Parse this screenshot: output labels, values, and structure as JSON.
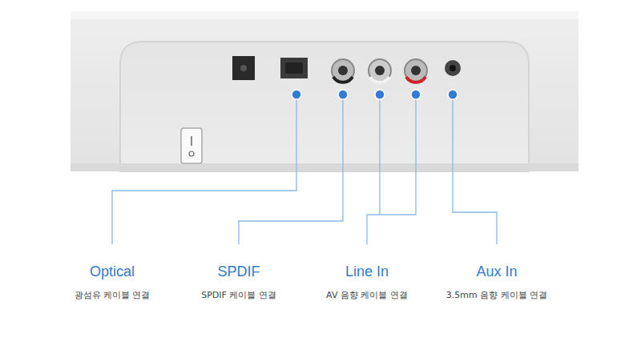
{
  "diagram": {
    "labels": [
      "Optical",
      "광섬유 케이블 연결",
      "SPDIF",
      "SPDIF 케이블 연결",
      "Line In",
      "AV 음향 케이블 연결",
      "Aux In",
      "3.5mm 음향 케이블 연결"
    ]
  }
}
